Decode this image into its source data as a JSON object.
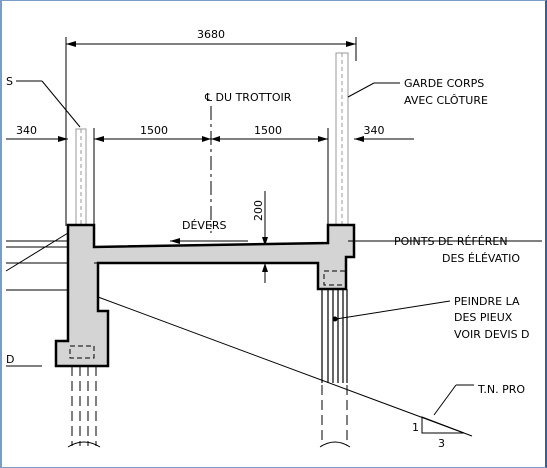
{
  "drawing": {
    "dims": {
      "overall": "3680",
      "left_small": "340",
      "left_half": "1500",
      "right_half": "1500",
      "right_small": "340",
      "slab_thickness": "200"
    },
    "labels": {
      "left_cut": "S",
      "centerline": "℄ DU TROTTOIR",
      "railing_line1": "GARDE CORPS",
      "railing_line2": "AVEC CLÔTURE",
      "devers": "DÉVERS",
      "ref_line1": "POINTS DE RÉFÉREN",
      "ref_line2": "DES ÉLÉVATIO",
      "paint_line1": "PEINDRE LA",
      "paint_line2": "DES PIEUX",
      "paint_line3": "VOIR DEVIS D",
      "left_d": "D",
      "ground": "T.N. PRO",
      "slope_rise": "1",
      "slope_run": "3"
    }
  }
}
